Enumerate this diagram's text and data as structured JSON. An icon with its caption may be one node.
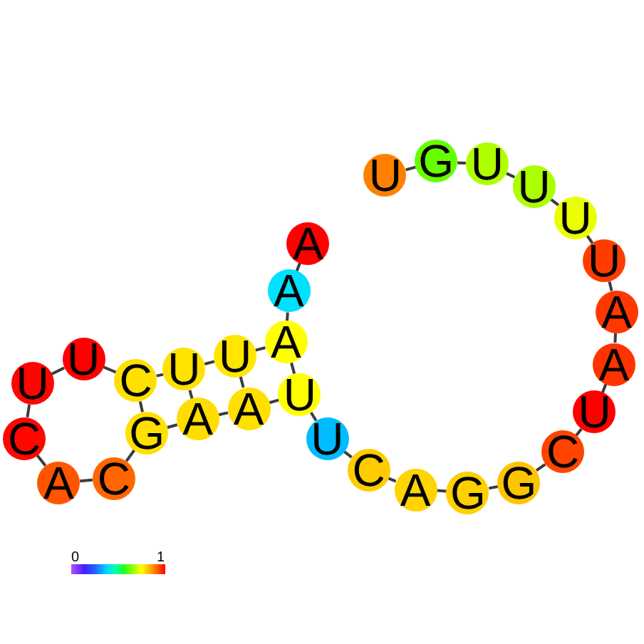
{
  "diagram": {
    "nodes": [
      {
        "text": [
          "A"
        ]
      },
      {
        "text": [
          "A"
        ]
      },
      {
        "text": [
          "A"
        ]
      },
      {
        "text": [
          "U"
        ]
      },
      {
        "text": [
          "U"
        ]
      },
      {
        "text": [
          "C"
        ]
      },
      {
        "text": [
          "U"
        ]
      },
      {
        "text": [
          "U"
        ]
      },
      {
        "text": [
          "C"
        ]
      },
      {
        "text": [
          "A"
        ]
      },
      {
        "text": [
          "C"
        ]
      },
      {
        "text": [
          "G"
        ]
      },
      {
        "text": [
          "A"
        ]
      },
      {
        "text": [
          "A"
        ]
      },
      {
        "text": [
          "U"
        ]
      },
      {
        "text": [
          "U"
        ]
      },
      {
        "text": [
          "C"
        ]
      },
      {
        "text": [
          "A"
        ]
      },
      {
        "text": [
          "G"
        ]
      },
      {
        "text": [
          "G"
        ]
      },
      {
        "text": [
          "C"
        ]
      },
      {
        "text": [
          "U"
        ]
      },
      {
        "text": [
          "A"
        ]
      },
      {
        "text": [
          "A"
        ]
      },
      {
        "text": [
          "U"
        ]
      },
      {
        "text": [
          "U"
        ]
      },
      {
        "text": [
          "U"
        ]
      },
      {
        "text": [
          "U"
        ]
      },
      {
        "text": [
          "G"
        ]
      },
      {
        "text": [
          "U"
        ]
      }
    ],
    "edges": [
      {
        "from": 0,
        "to": 1,
        "arrow": "none"
      },
      {
        "from": 1,
        "to": 2,
        "arrow": "none"
      },
      {
        "from": 2,
        "to": 3,
        "arrow": "none"
      },
      {
        "from": 3,
        "to": 4,
        "arrow": "none"
      },
      {
        "from": 4,
        "to": 5,
        "arrow": "none"
      },
      {
        "from": 5,
        "to": 6,
        "arrow": "none"
      },
      {
        "from": 6,
        "to": 7,
        "arrow": "none"
      },
      {
        "from": 7,
        "to": 8,
        "arrow": "none"
      },
      {
        "from": 8,
        "to": 9,
        "arrow": "none"
      },
      {
        "from": 9,
        "to": 10,
        "arrow": "none"
      },
      {
        "from": 10,
        "to": 11,
        "arrow": "none"
      },
      {
        "from": 11,
        "to": 12,
        "arrow": "none"
      },
      {
        "from": 12,
        "to": 13,
        "arrow": "none"
      },
      {
        "from": 13,
        "to": 14,
        "arrow": "none"
      },
      {
        "from": 14,
        "to": 15,
        "arrow": "none"
      },
      {
        "from": 15,
        "to": 16,
        "arrow": "none"
      },
      {
        "from": 16,
        "to": 17,
        "arrow": "none"
      },
      {
        "from": 17,
        "to": 18,
        "arrow": "none"
      },
      {
        "from": 18,
        "to": 19,
        "arrow": "none"
      },
      {
        "from": 19,
        "to": 20,
        "arrow": "none"
      },
      {
        "from": 20,
        "to": 21,
        "arrow": "none"
      },
      {
        "from": 21,
        "to": 22,
        "arrow": "none"
      },
      {
        "from": 22,
        "to": 23,
        "arrow": "none"
      },
      {
        "from": 23,
        "to": 24,
        "arrow": "none"
      },
      {
        "from": 24,
        "to": 25,
        "arrow": "none"
      },
      {
        "from": 25,
        "to": 26,
        "arrow": "none"
      },
      {
        "from": 26,
        "to": 27,
        "arrow": "none"
      },
      {
        "from": 27,
        "to": 28,
        "arrow": "none"
      },
      {
        "from": 28,
        "to": 29,
        "arrow": "none"
      },
      {
        "from": 2,
        "to": 14,
        "arrow": "none"
      },
      {
        "from": 3,
        "to": 13,
        "arrow": "none"
      },
      {
        "from": 4,
        "to": 12,
        "arrow": "none"
      },
      {
        "from": 5,
        "to": 11,
        "arrow": "none"
      }
    ],
    "labels": [
      "0",
      "1"
    ]
  }
}
